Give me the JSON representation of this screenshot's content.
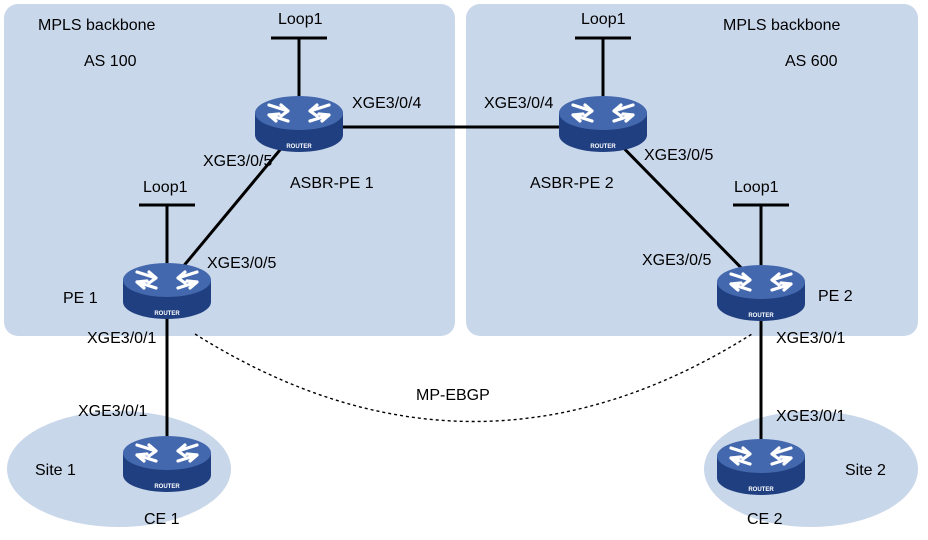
{
  "domains": {
    "left": {
      "title": "MPLS backbone",
      "as": "AS 100"
    },
    "right": {
      "title": "MPLS backbone",
      "as": "AS 600"
    }
  },
  "sites": {
    "site1": "Site 1",
    "site2": "Site 2"
  },
  "devices": {
    "asbr_pe1": {
      "name": "ASBR-PE 1",
      "loop": "Loop1",
      "icon_text": "ROUTER"
    },
    "asbr_pe2": {
      "name": "ASBR-PE 2",
      "loop": "Loop1",
      "icon_text": "ROUTER"
    },
    "pe1": {
      "name": "PE 1",
      "loop": "Loop1",
      "icon_text": "ROUTER"
    },
    "pe2": {
      "name": "PE 2",
      "loop": "Loop1",
      "icon_text": "ROUTER"
    },
    "ce1": {
      "name": "CE 1",
      "icon_text": "ROUTER"
    },
    "ce2": {
      "name": "CE 2",
      "icon_text": "ROUTER"
    }
  },
  "interfaces": {
    "asbr1_to_asbr2": "XGE3/0/4",
    "asbr2_to_asbr1": "XGE3/0/4",
    "asbr1_to_pe1": "XGE3/0/5",
    "pe1_to_asbr1": "XGE3/0/5",
    "asbr2_to_pe2": "XGE3/0/5",
    "pe2_to_asbr2": "XGE3/0/5",
    "pe1_to_ce1": "XGE3/0/1",
    "ce1_to_pe1": "XGE3/0/1",
    "pe2_to_ce2": "XGE3/0/1",
    "ce2_to_pe2": "XGE3/0/1"
  },
  "session": "MP-EBGP",
  "colors": {
    "domain_fill": "#c9d7ea",
    "router_top": "#3f63a8",
    "router_side": "#1f3f80",
    "link": "#000000"
  }
}
